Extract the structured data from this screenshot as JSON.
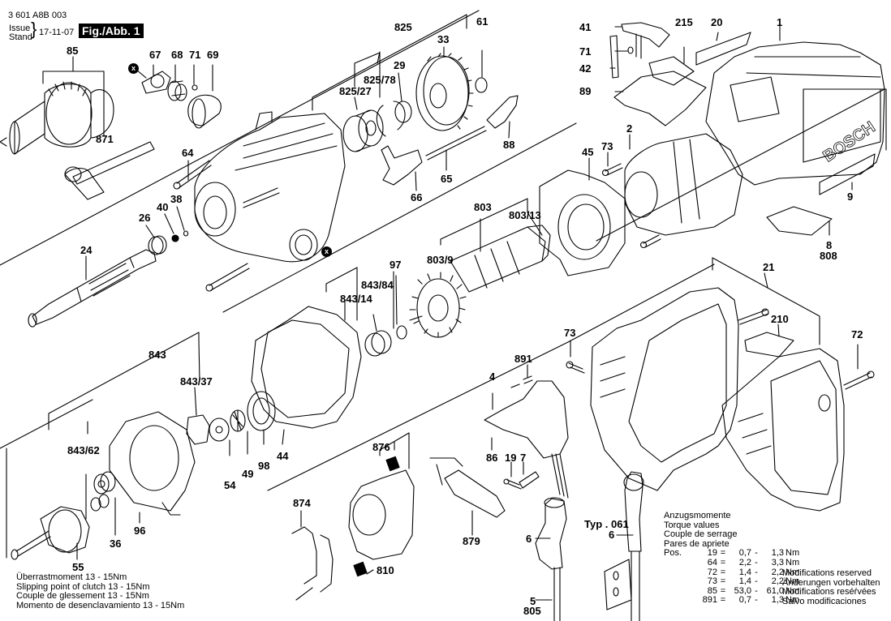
{
  "header": {
    "part_number": "3 601 A8B 003",
    "issue_label": "Issue",
    "stand_label": "Stand",
    "date": "17-11-07",
    "figure_label": "Fig./Abb. 1"
  },
  "markers": {
    "x_marker": "x"
  },
  "part_labels": {
    "p85": "85",
    "p871": "871",
    "p67": "67",
    "p68": "68",
    "p71a": "71",
    "p69": "69",
    "p64": "64",
    "p40": "40",
    "p38": "38",
    "p26": "26",
    "p24": "24",
    "p825": "825",
    "p825_78": "825/78",
    "p825_27": "825/27",
    "p29": "29",
    "p33": "33",
    "p61": "61",
    "p88": "88",
    "p65": "65",
    "p66": "66",
    "p41": "41",
    "p71b": "71",
    "p42": "42",
    "p89": "89",
    "p215": "215",
    "p20": "20",
    "p1": "1",
    "p2": "2",
    "p73a": "73",
    "p45": "45",
    "p9": "9",
    "p8": "8",
    "p808": "808",
    "p803": "803",
    "p803_13": "803/13",
    "p803_9": "803/9",
    "p843": "843",
    "p843_84": "843/84",
    "p843_14": "843/14",
    "p97": "97",
    "p843_37": "843/37",
    "p843_62": "843/62",
    "p36": "36",
    "p96": "96",
    "p55": "55",
    "p54": "54",
    "p49": "49",
    "p98": "98",
    "p44": "44",
    "p876": "876",
    "p874": "874",
    "p810": "810",
    "p879": "879",
    "p4": "4",
    "p891": "891",
    "p86": "86",
    "p19": "19",
    "p7": "7",
    "p6a": "6",
    "p5": "5",
    "p805": "805",
    "p21": "21",
    "p210": "210",
    "p73b": "73",
    "p72": "72",
    "typ": "Typ . 061",
    "p6b": "6"
  },
  "clutch_note": [
    "Überrastmoment 13 - 15Nm",
    "Slipping point of clutch 13 - 15Nm",
    "Couple de glessement 13 - 15Nm",
    "Momento de desenclavamiento 13 - 15Nm"
  ],
  "torque": {
    "titles": [
      "Anzugsmomente",
      "Torque values",
      "Couple de serrage",
      "Pares de apriete"
    ],
    "pos_label": "Pos.",
    "eq": "=",
    "dash": "-",
    "unit": "Nm",
    "rows": [
      {
        "pos": "19",
        "min": "0,7",
        "max": "1,3"
      },
      {
        "pos": "64",
        "min": "2,2",
        "max": "3,3"
      },
      {
        "pos": "72",
        "min": "1,4",
        "max": "2,2"
      },
      {
        "pos": "73",
        "min": "1,4",
        "max": "2,2"
      },
      {
        "pos": "85",
        "min": "53,0",
        "max": "61,0"
      },
      {
        "pos": "891",
        "min": "0,7",
        "max": "1,3"
      }
    ]
  },
  "modifications": [
    "Modifications reserved",
    "Änderungen vorbehalten",
    "Modifications reséŕvées",
    "Salvo modificaciones"
  ],
  "brand_text": "BOSCH"
}
